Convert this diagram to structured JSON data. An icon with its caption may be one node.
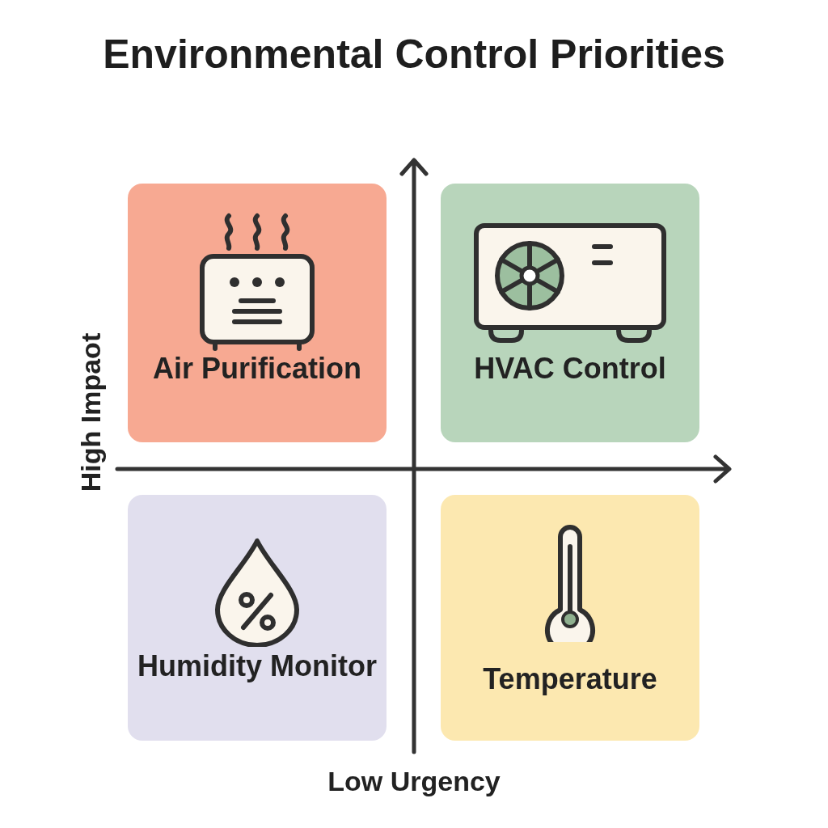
{
  "diagram": {
    "title": "Environmental Control Priorities",
    "nodes": [
      {
        "text": [
          "Air Purification"
        ]
      },
      {
        "text": [
          "HVAC Control"
        ]
      },
      {
        "text": [
          "Humidity Monitor"
        ]
      },
      {
        "text": [
          "Temperature"
        ]
      }
    ],
    "labels": [
      "High Impaot",
      "Low Urgency"
    ]
  }
}
